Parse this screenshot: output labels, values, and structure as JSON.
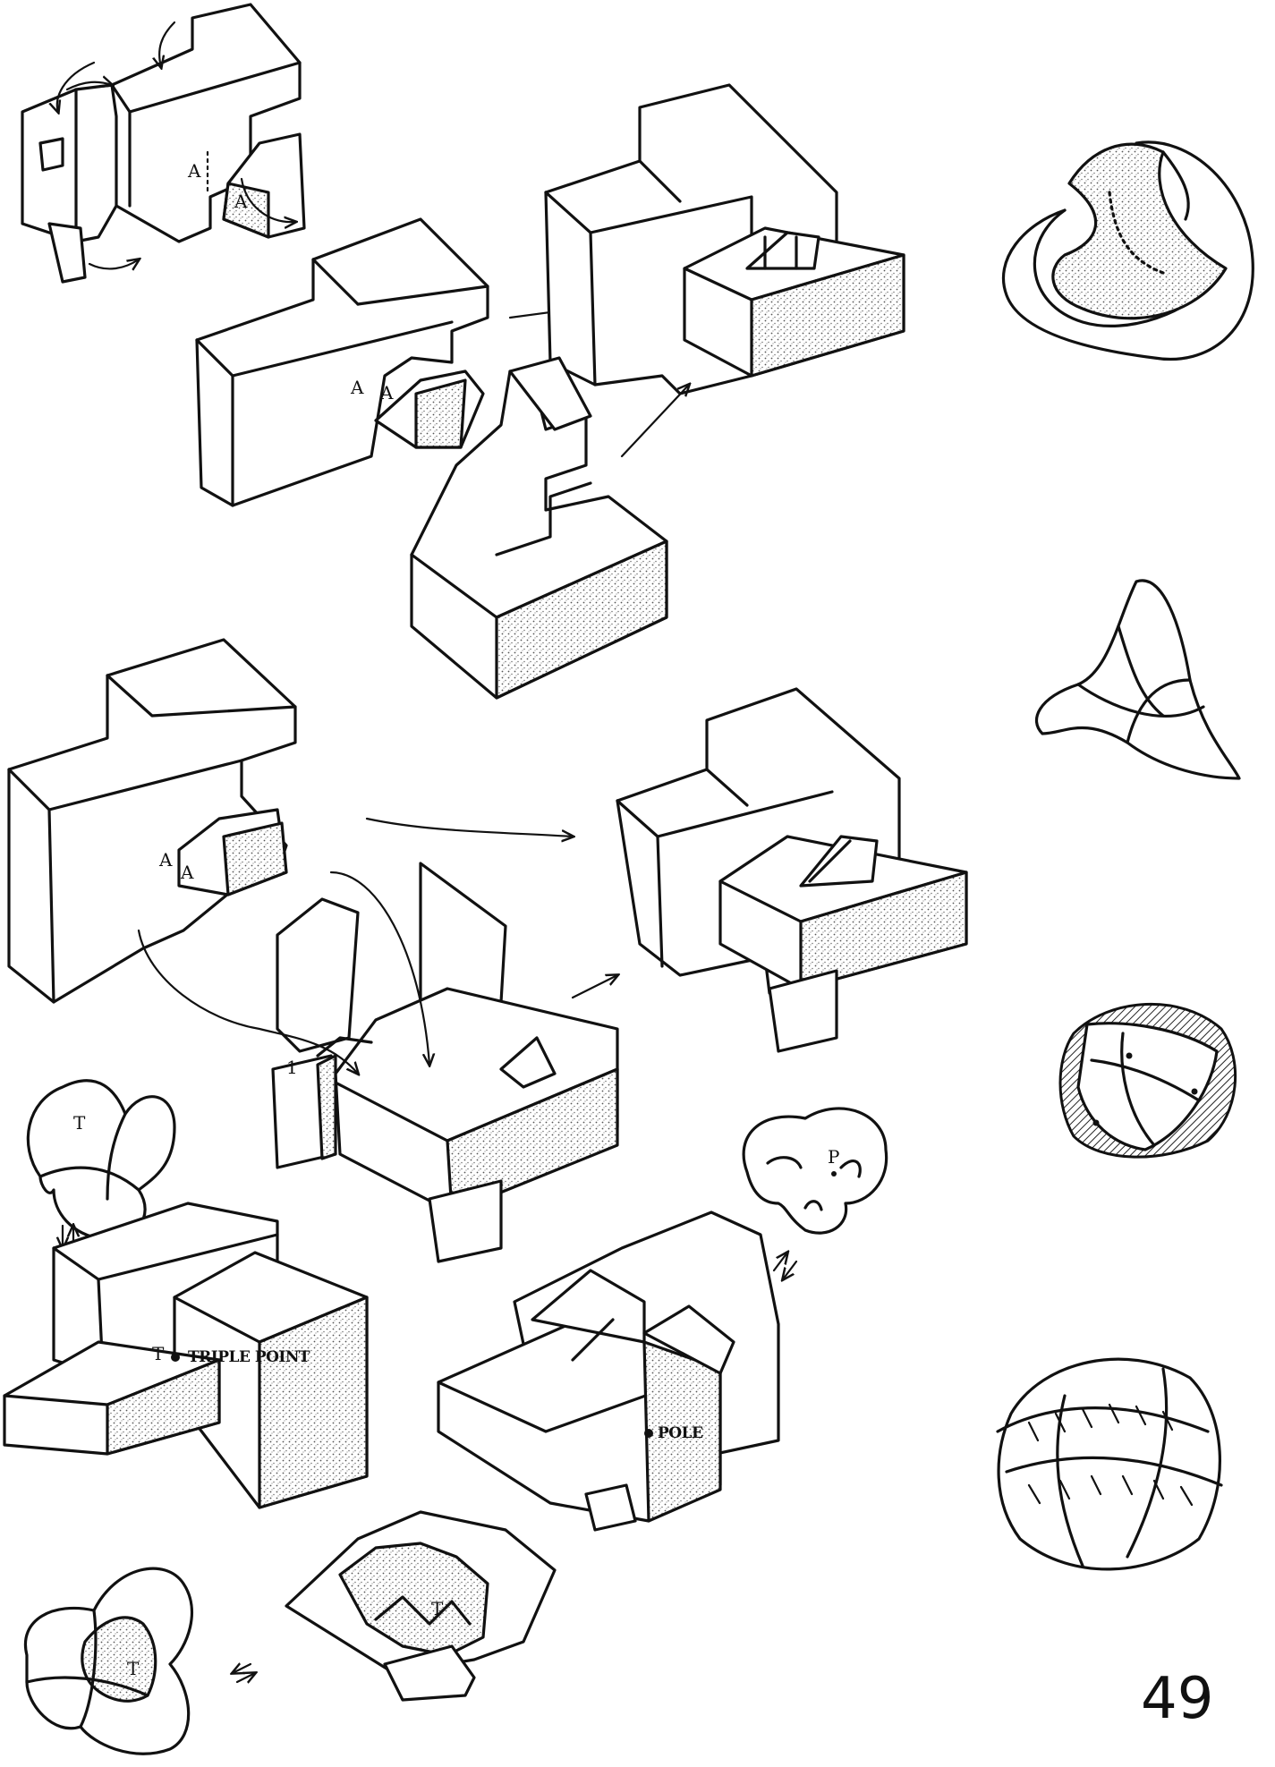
{
  "labels": {
    "a": "A",
    "t": "T",
    "one": "1",
    "p": "P",
    "triple_point": "TRIPLE POINT",
    "pole": "POLE"
  },
  "page_number": "49"
}
